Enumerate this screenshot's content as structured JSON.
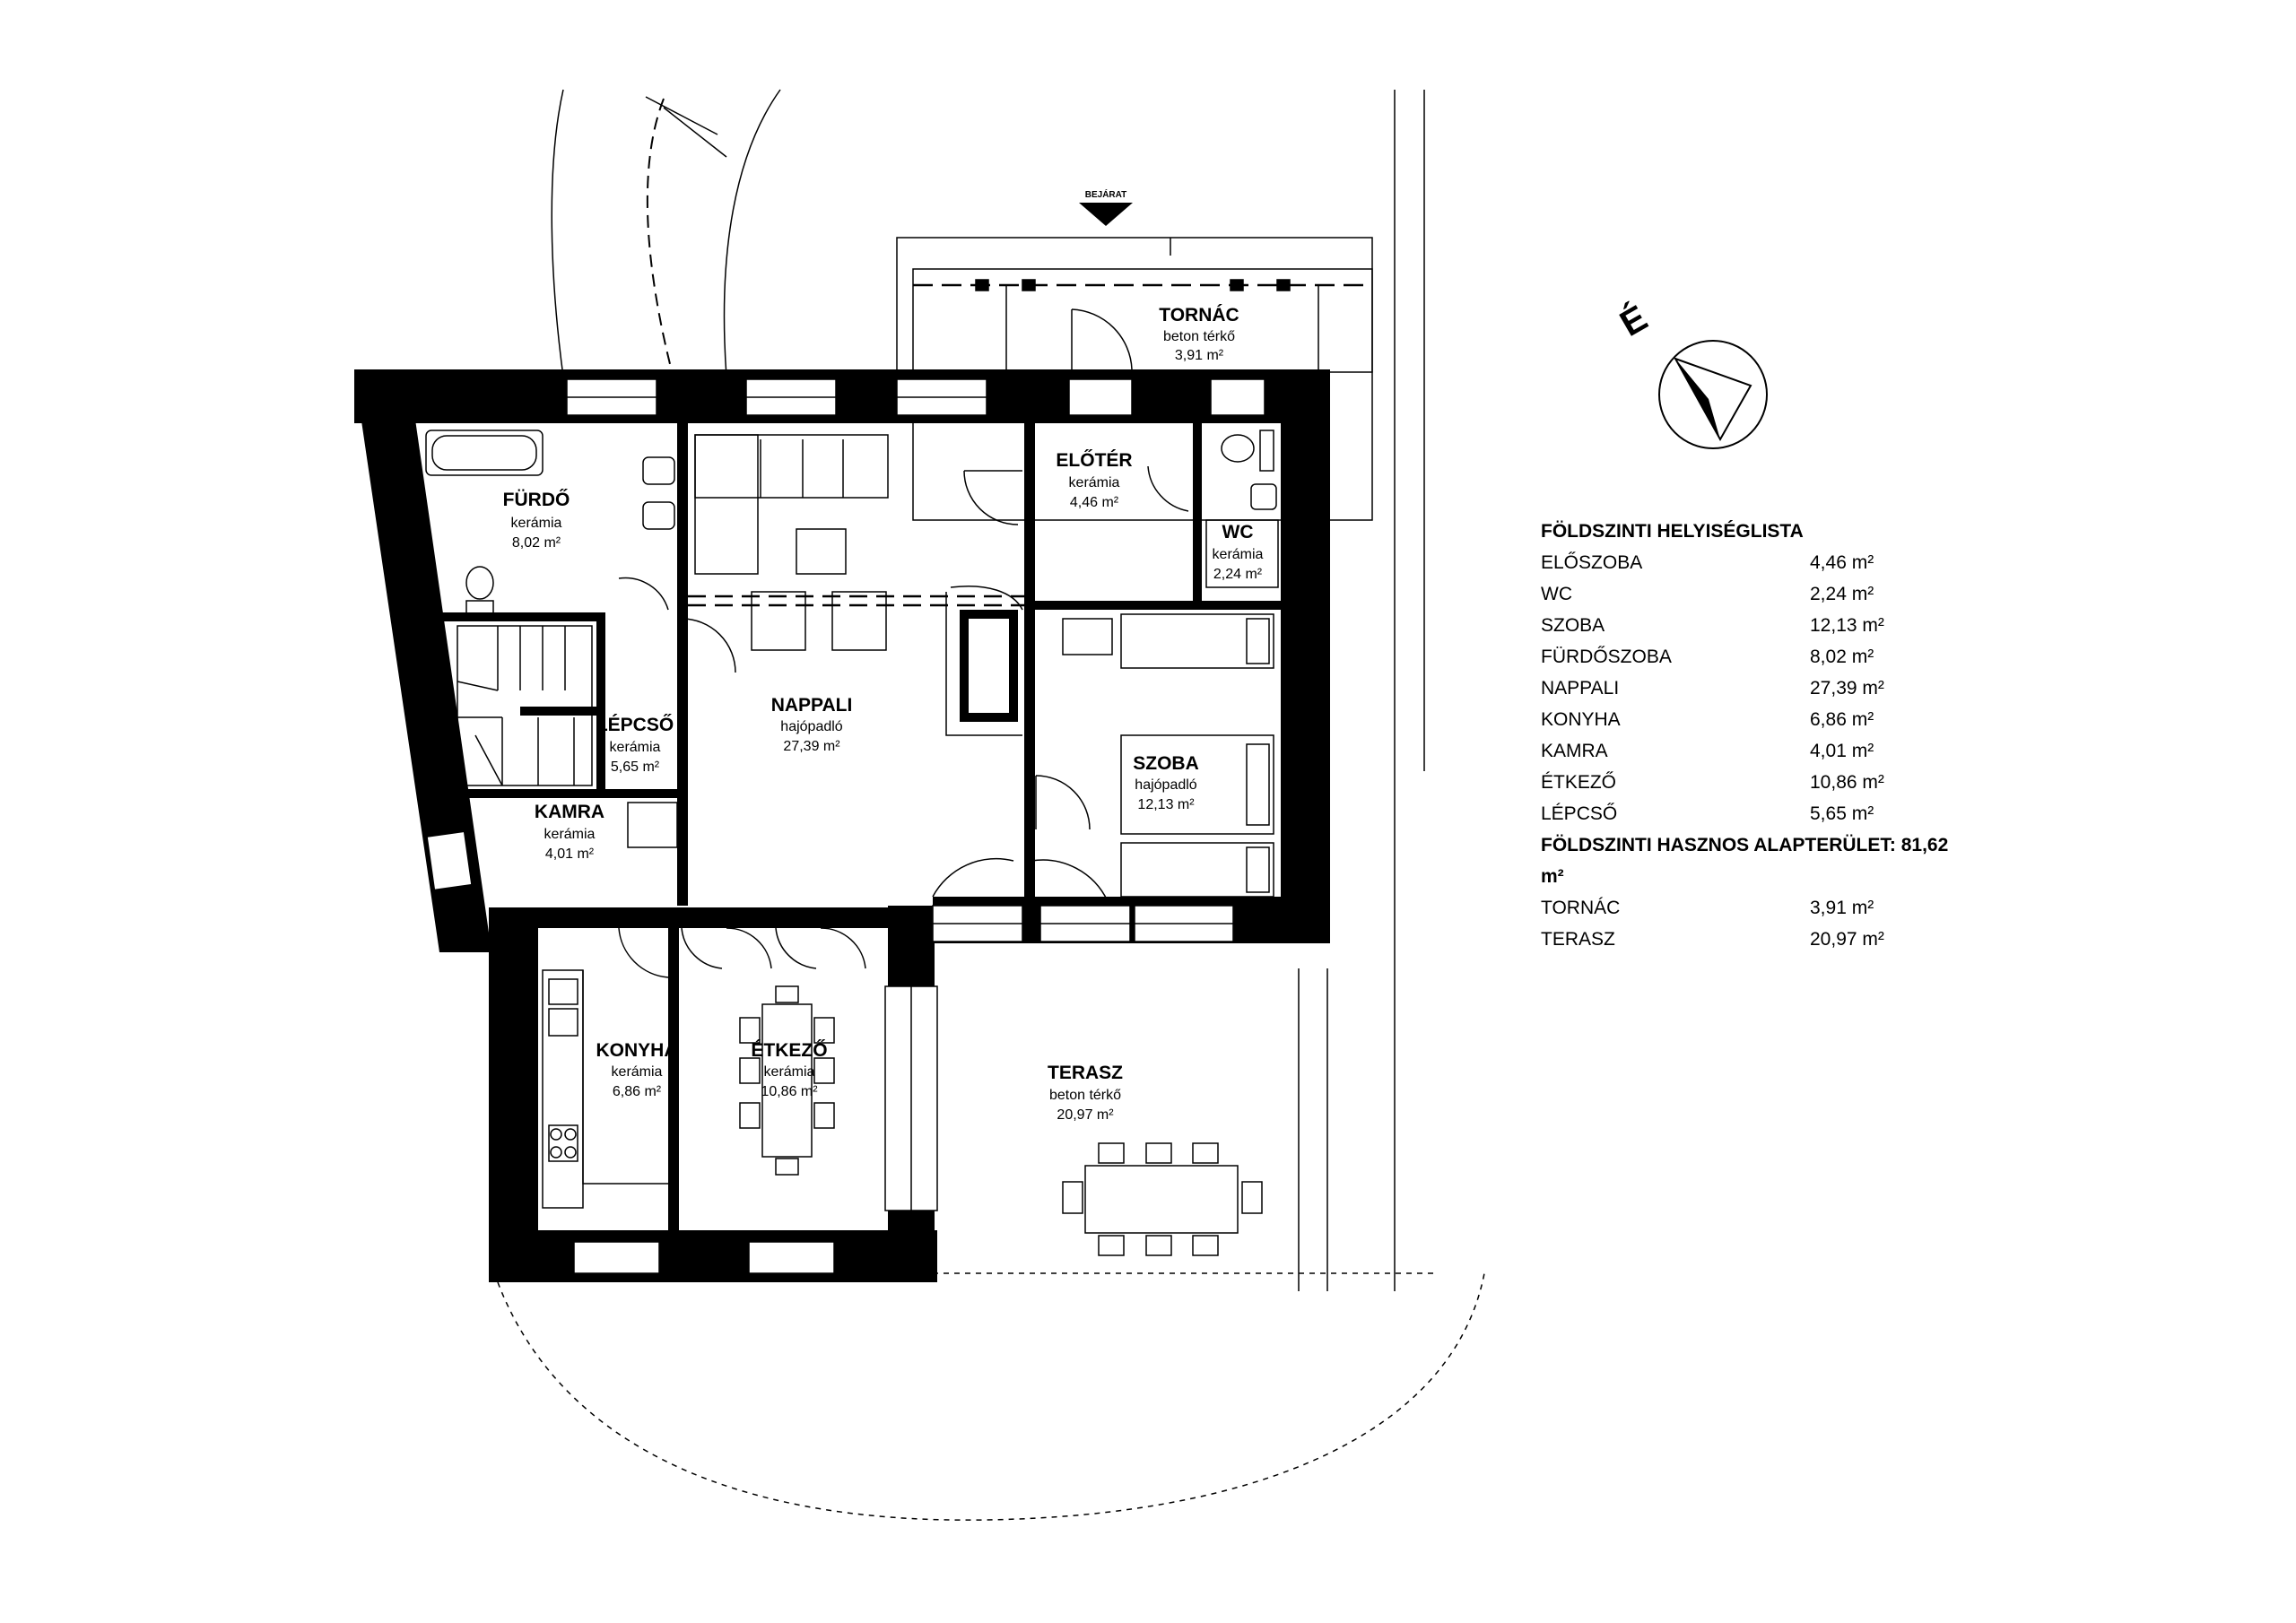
{
  "entrance_label": "BEJÁRAT",
  "north_label": "É",
  "unit": "m²",
  "rooms": {
    "tornac": {
      "name": "TORNÁC",
      "material": "beton térkő",
      "area": "3,91 m²"
    },
    "furdo": {
      "name": "FÜRDŐ",
      "material": "kerámia",
      "area": "8,02 m²"
    },
    "eloter": {
      "name": "ELŐTÉR",
      "material": "kerámia",
      "area": "4,46 m²"
    },
    "wc": {
      "name": "WC",
      "material": "kerámia",
      "area": "2,24 m²"
    },
    "nappali": {
      "name": "NAPPALI",
      "material": "hajópadló",
      "area": "27,39 m²"
    },
    "lepcso": {
      "name": "LÉPCSŐ",
      "material": "kerámia",
      "area": "5,65 m²"
    },
    "szoba": {
      "name": "SZOBA",
      "material": "hajópadló",
      "area": "12,13 m²"
    },
    "kamra": {
      "name": "KAMRA",
      "material": "kerámia",
      "area": "4,01 m²"
    },
    "konyha": {
      "name": "KONYHA",
      "material": "kerámia",
      "area": "6,86 m²"
    },
    "etkezo": {
      "name": "ÉTKEZŐ",
      "material": "kerámia",
      "area": "10,86 m²"
    },
    "terasz": {
      "name": "TERASZ",
      "material": "beton térkő",
      "area": "20,97 m²"
    }
  },
  "legend": {
    "title": "FÖLDSZINTI HELYISÉGLISTA",
    "rows": [
      {
        "name": "ELŐSZOBA",
        "value": "4,46 m²"
      },
      {
        "name": "WC",
        "value": "2,24 m²"
      },
      {
        "name": "SZOBA",
        "value": "12,13 m²"
      },
      {
        "name": "FÜRDŐSZOBA",
        "value": "8,02 m²"
      },
      {
        "name": "NAPPALI",
        "value": "27,39 m²"
      },
      {
        "name": "KONYHA",
        "value": "6,86 m²"
      },
      {
        "name": "KAMRA",
        "value": "4,01 m²"
      },
      {
        "name": "ÉTKEZŐ",
        "value": "10,86 m²"
      },
      {
        "name": "LÉPCSŐ",
        "value": "5,65 m²"
      }
    ],
    "total": "FÖLDSZINTI HASZNOS ALAPTERÜLET: 81,62 m²",
    "extra": [
      {
        "name": "TORNÁC",
        "value": "3,91 m²"
      },
      {
        "name": "TERASZ",
        "value": "20,97 m²"
      }
    ]
  }
}
